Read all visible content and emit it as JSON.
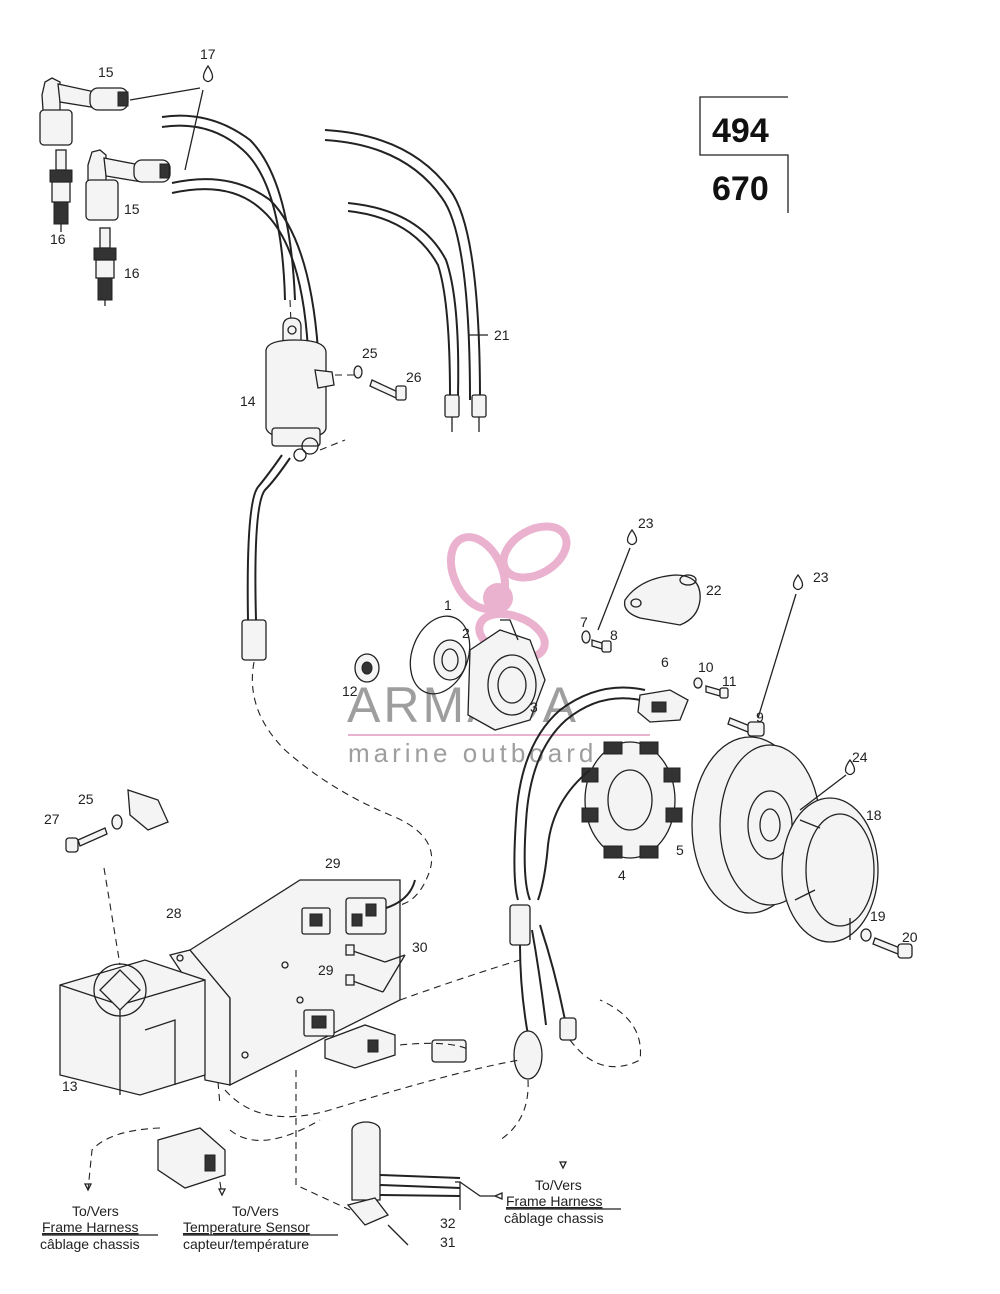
{
  "models": [
    "494",
    "670"
  ],
  "watermark": {
    "brand": "ARMADA",
    "tagline": "marine outboard",
    "accent": "#e8a5c8",
    "text_color": "#8e8e8e"
  },
  "labels": {
    "p1": "1",
    "p2": "2",
    "p3": "3",
    "p4": "4",
    "p5": "5",
    "p6": "6",
    "p7": "7",
    "p8": "8",
    "p9": "9",
    "p10": "10",
    "p11": "11",
    "p12": "12",
    "p13": "13",
    "p14": "14",
    "p15a": "15",
    "p15b": "15",
    "p16a": "16",
    "p16b": "16",
    "p17": "17",
    "p18": "18",
    "p19": "19",
    "p20": "20",
    "p21": "21",
    "p22": "22",
    "p23a": "23",
    "p23b": "23",
    "p24": "24",
    "p25a": "25",
    "p25b": "25",
    "p26": "26",
    "p27": "27",
    "p28": "28",
    "p29a": "29",
    "p29b": "29",
    "p30": "30",
    "p31": "31",
    "p32": "32"
  },
  "notes": {
    "frame_left": {
      "l1": "To/Vers",
      "l2": "Frame Harness",
      "l3": "câblage chassis"
    },
    "temp_sensor": {
      "l1": "To/Vers",
      "l2": "Temperature Sensor",
      "l3": "capteur/température"
    },
    "frame_right": {
      "l1": "To/Vers",
      "l2": "Frame Harness",
      "l3": "câblage chassis"
    }
  }
}
